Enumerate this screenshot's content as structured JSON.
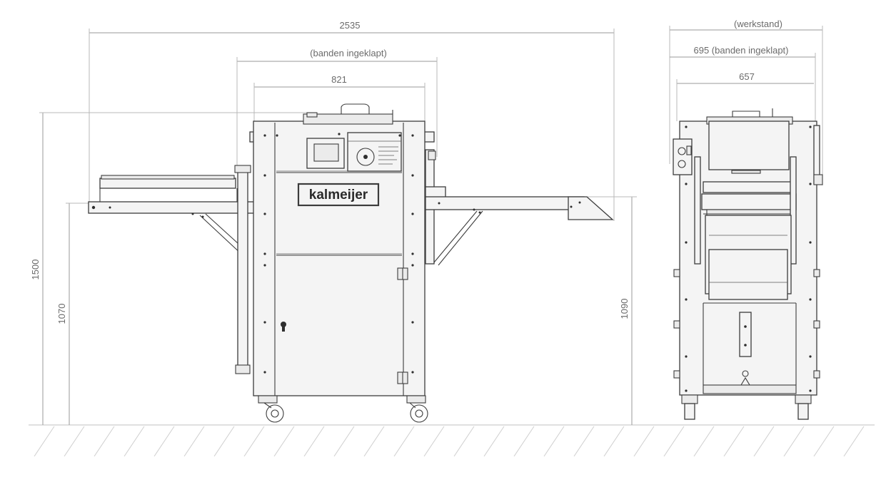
{
  "front_view": {
    "total_length": "2535",
    "length_folded": "(banden ingeklapt)",
    "body_width": "821",
    "total_height": "1500",
    "table_height": "1070",
    "outfeed_height": "1090",
    "logo_text": "kalmeijer"
  },
  "side_view": {
    "working_width": "(werkstand)",
    "width_folded": "695 (banden ingeklapt)",
    "body_width": "657"
  },
  "colors": {
    "lines": "#3c3c3c",
    "dimensions": "#9a9a9a",
    "text": "#6b6b6b"
  }
}
